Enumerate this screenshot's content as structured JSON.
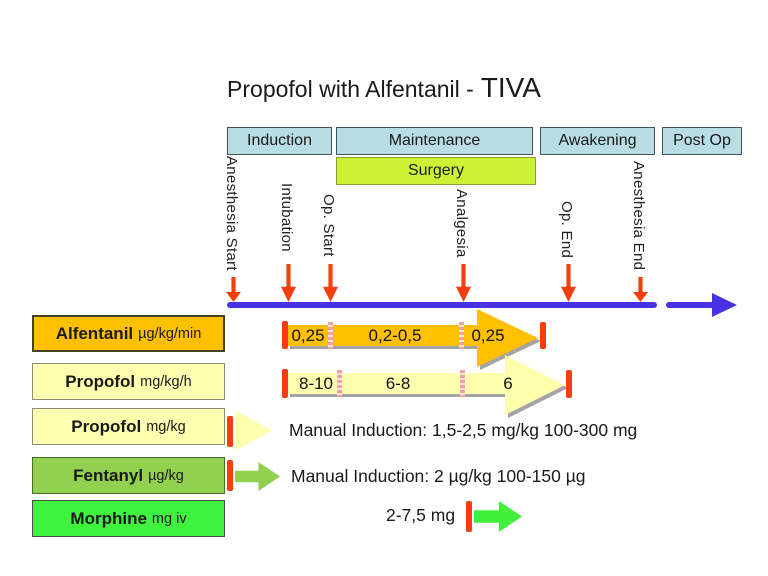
{
  "title": {
    "main": "Propofol with Alfentanil -",
    "emphasis": "TIVA"
  },
  "phases": [
    {
      "label": "Induction"
    },
    {
      "label": "Maintenance"
    },
    {
      "label": "Awakening"
    },
    {
      "label": "Post Op"
    }
  ],
  "surgery": {
    "label": "Surgery"
  },
  "markers": [
    {
      "label": "Anesthesia Start"
    },
    {
      "label": "Intubation"
    },
    {
      "label": "Op. Start"
    },
    {
      "label": "Analgesia"
    },
    {
      "label": "Op. End"
    },
    {
      "label": "Anesthesia End"
    }
  ],
  "drugs": [
    {
      "name": "Alfentanil",
      "unit": "µg/kg/min"
    },
    {
      "name": "Propofol",
      "unit": "mg/kg/h"
    },
    {
      "name": "Propofol",
      "unit": "mg/kg"
    },
    {
      "name": "Fentanyl",
      "unit": "µg/kg"
    },
    {
      "name": "Morphine",
      "unit": "mg iv"
    }
  ],
  "infusion_bars": [
    {
      "drug": "Alfentanil",
      "values": [
        "0,25",
        "0,2-0,5",
        "0,25"
      ]
    },
    {
      "drug": "Propofol",
      "values": [
        "8-10",
        "6-8",
        "6"
      ]
    }
  ],
  "bolus_notes": [
    {
      "drug": "Propofol",
      "text": "Manual Induction: 1,5-2,5 mg/kg 100-300 mg"
    },
    {
      "drug": "Fentanyl",
      "text": "Manual Induction: 2 µg/kg 100-150 µg"
    },
    {
      "drug": "Morphine",
      "text": "2-7,5 mg"
    }
  ],
  "colors": {
    "phase_fill": "#b8dde4",
    "surgery_fill": "#cdf235",
    "alfentanil_fill": "#ffc000",
    "propofol_fill": "#ffffb0",
    "fentanyl_fill": "#92d050",
    "morphine_fill": "#3ef23e",
    "timeline_blue": "#4832e4",
    "marker_red": "#f93e0d",
    "divider_pink": "#f2a0a0"
  }
}
